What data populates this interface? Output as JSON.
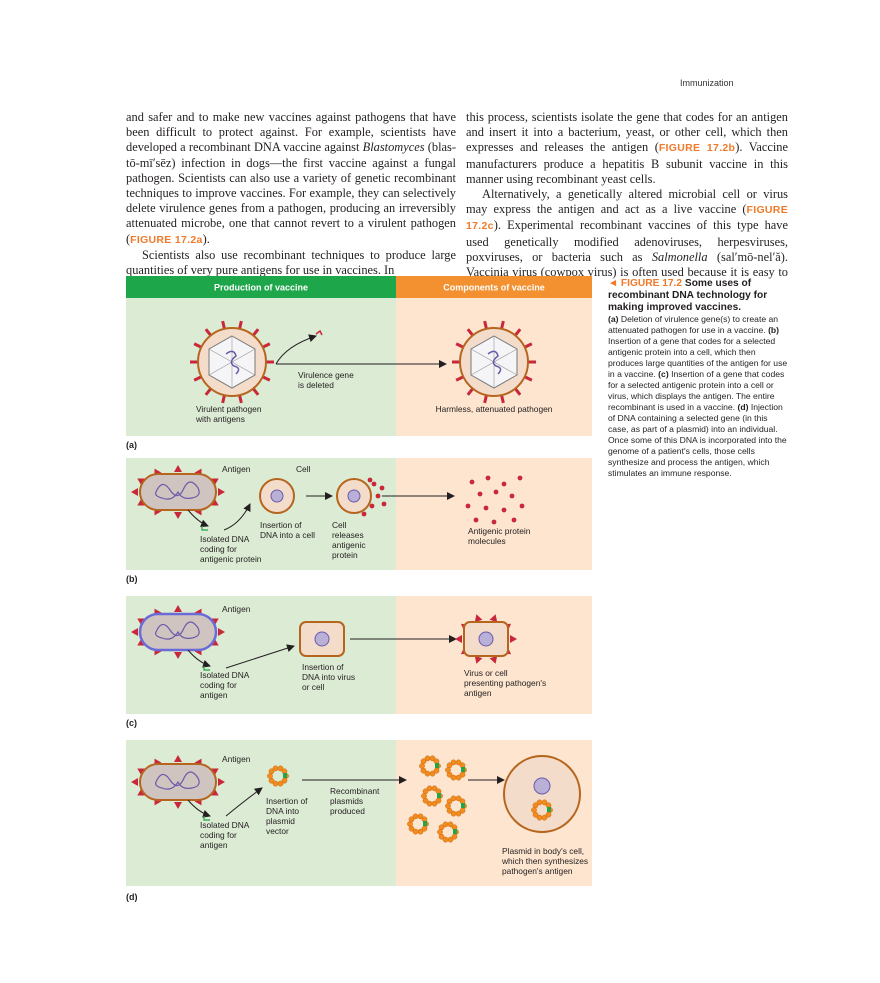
{
  "header": {
    "running_title": "Immunization"
  },
  "body_text": {
    "left": [
      "and safer and to make new vaccines against pathogens that have been difficult to protect against. For example, scientists have developed a recombinant DNA vaccine against <i>Blastomyces</i> (blas-tō-mī′sēz) infection in dogs—the first vaccine against a fungal pathogen. Scientists can also use a variety of genetic recombinant techniques to improve vaccines. For example, they can selectively delete virulence genes from a pathogen, producing an irreversibly attenuated microbe, one that cannot revert to a virulent pathogen (<span class=\"figref\">FIGURE 17.2a</span>).",
      "Scientists also use recombinant techniques to produce large quantities of very pure antigens for use in vaccines. In"
    ],
    "right": [
      "this process, scientists isolate the gene that codes for an antigen and insert it into a bacterium, yeast, or other cell, which then expresses and releases the antigen (<span class=\"figref\">FIGURE 17.2b</span>). Vaccine manufacturers produce a hepatitis B subunit vaccine in this manner using recombinant yeast cells.",
      "Alternatively, a genetically altered microbial cell or virus may express the antigen and act as a live vaccine (<span class=\"figref\">FIGURE 17.2c</span>). Experimental recombinant vaccines of this type have used genetically modified adenoviruses, herpesviruses, poxviruses, or bacteria such as <i>Salmonella</i> (sal′mō-nel′ă). Vaccinia virus (cowpox virus) is often used because it is easy to administer orally or"
    ]
  },
  "figure": {
    "header_left": "Production of vaccine",
    "header_right": "Components of vaccine",
    "panel_a": {
      "letter": "(a)",
      "label_pathogen_1": "Virulent pathogen",
      "label_pathogen_2": "with antigens",
      "label_gene_1": "Virulence gene",
      "label_gene_2": "is deleted",
      "label_result": "Harmless, attenuated pathogen"
    },
    "panel_b": {
      "letter": "(b)",
      "label_antigen": "Antigen",
      "label_cell": "Cell",
      "label_dna_1": "Isolated DNA",
      "label_dna_2": "coding for",
      "label_dna_3": "antigenic protein",
      "label_insert_1": "Insertion of",
      "label_insert_2": "DNA into a cell",
      "label_release_1": "Cell",
      "label_release_2": "releases",
      "label_release_3": "antigenic",
      "label_release_4": "protein",
      "label_result_1": "Antigenic protein",
      "label_result_2": "molecules"
    },
    "panel_c": {
      "letter": "(c)",
      "label_antigen": "Antigen",
      "label_dna_1": "Isolated DNA",
      "label_dna_2": "coding for",
      "label_dna_3": "antigen",
      "label_insert_1": "Insertion of",
      "label_insert_2": "DNA into virus",
      "label_insert_3": "or cell",
      "label_result_1": "Virus or cell",
      "label_result_2": "presenting pathogen's",
      "label_result_3": "antigen"
    },
    "panel_d": {
      "letter": "(d)",
      "label_antigen": "Antigen",
      "label_dna_1": "Isolated DNA",
      "label_dna_2": "coding for",
      "label_dna_3": "antigen",
      "label_insert_1": "Insertion of",
      "label_insert_2": "DNA into",
      "label_insert_3": "plasmid",
      "label_insert_4": "vector",
      "label_recomb_1": "Recombinant",
      "label_recomb_2": "plasmids",
      "label_recomb_3": "produced",
      "label_result_1": "Plasmid in body's cell,",
      "label_result_2": "which then synthesizes",
      "label_result_3": "pathogen's antigen"
    }
  },
  "caption": {
    "fig_label": "◄ FIGURE 17.2",
    "title": "Some uses of recombinant DNA technology for making improved vaccines.",
    "body": "<b>(a)</b> Deletion of virulence gene(s) to create an attenuated pathogen for use in a vaccine. <b>(b)</b> Insertion of a gene that codes for a selected antigenic protein into a cell, which then produces large quantities of the antigen for use in a vaccine. <b>(c)</b> Insertion of a gene that codes for a selected antigenic protein into a cell or virus, which displays the antigen. The entire recombinant is used in a vaccine. <b>(d)</b> Injection of DNA containing a selected gene (in this case, as part of a plasmid) into an individual. Once some of this DNA is incorporated into the genome of a patient's cells, those cells synthesize and process the antigen, which stimulates an immune response."
  },
  "colors": {
    "green_header": "#1ea64a",
    "orange_header": "#f3902f",
    "green_panel": "#dcebd4",
    "orange_panel": "#fde5cf",
    "spike_red": "#c8283a",
    "dna_purple": "#6b5aa8",
    "plasmid_orange": "#f28c1e"
  }
}
